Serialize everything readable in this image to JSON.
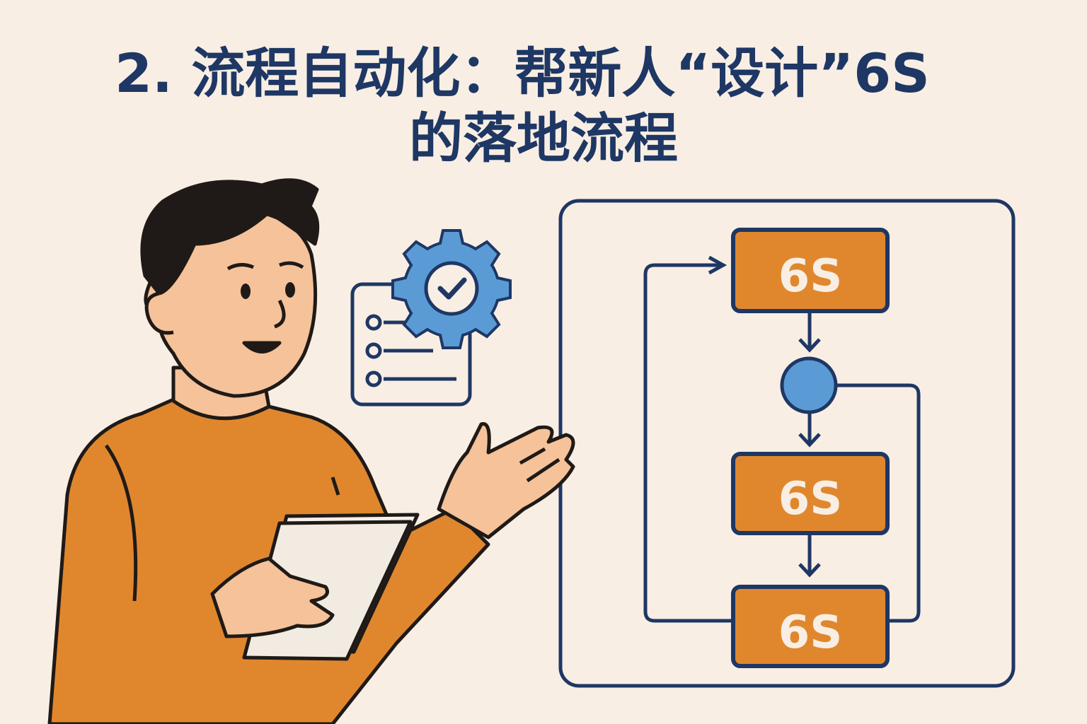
{
  "title": {
    "line1": "2. 流程自动化：帮新人“设计”6S",
    "line2": "的落地流程"
  },
  "flowchart": {
    "boxes": [
      "6S",
      "6S",
      "6S"
    ],
    "decision_node": "circle",
    "loop": true
  },
  "icons": [
    "person-illustration",
    "gear-check-icon",
    "checklist-icon",
    "tablet-icon"
  ],
  "colors": {
    "background": "#f8eee3",
    "navy": "#1e3764",
    "orange": "#e0872e",
    "blue": "#5b9bd5",
    "skin": "#f5c29a"
  }
}
